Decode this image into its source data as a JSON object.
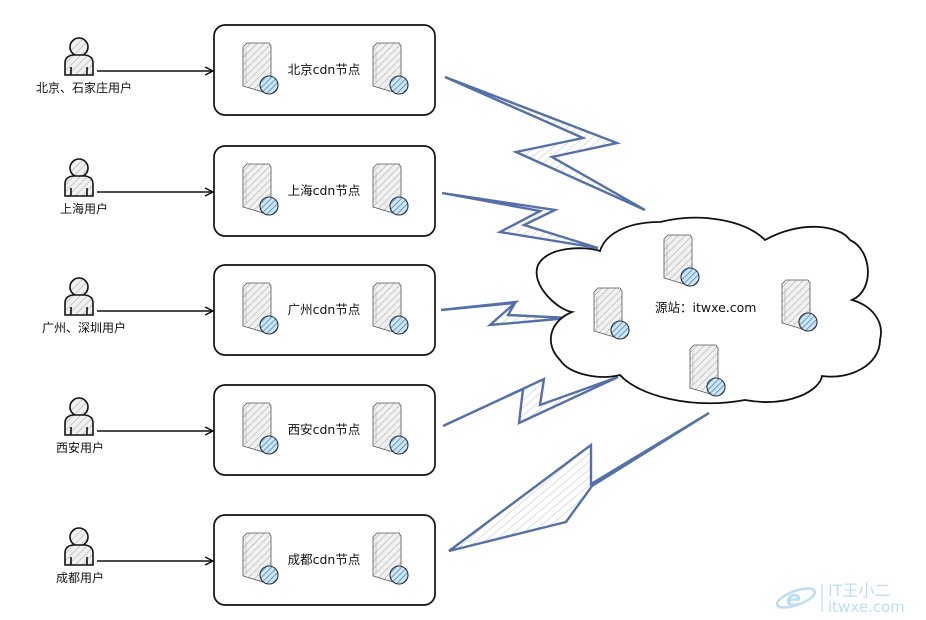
{
  "diagram": {
    "title": "CDN 节点与源站示意",
    "rows": [
      {
        "user_label": "北京、石家庄用户",
        "node_label": "北京cdn节点"
      },
      {
        "user_label": "上海用户",
        "node_label": "上海cdn节点"
      },
      {
        "user_label": "广州、深圳用户",
        "node_label": "广州cdn节点"
      },
      {
        "user_label": "西安用户",
        "node_label": "西安cdn节点"
      },
      {
        "user_label": "成都用户",
        "node_label": "成都cdn节点"
      }
    ],
    "origin": {
      "label": "源站：itwxe.com",
      "server_count": 4
    },
    "colors": {
      "bolt": "#5470ab",
      "outline": "#111111",
      "server_fill": "#e6e6e6",
      "globe": "#4a90c8",
      "watermark": "#b9dcf3"
    }
  },
  "watermark": {
    "line1": "IT王小二",
    "line2": "itwxe.com",
    "logo_icon": "e-globe-logo-icon"
  }
}
